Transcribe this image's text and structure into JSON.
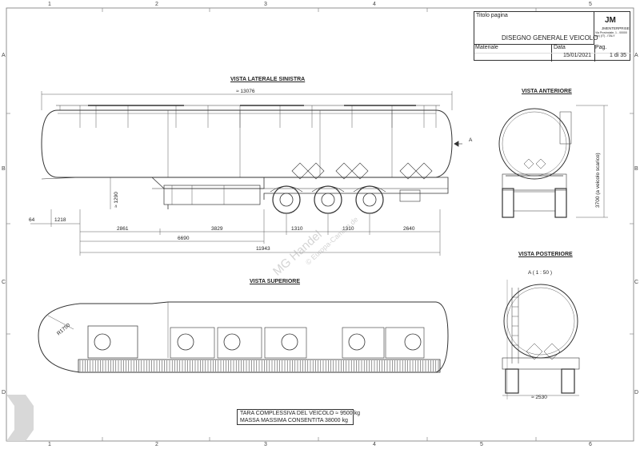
{
  "grid": {
    "cols_top": [
      "1",
      "2",
      "3",
      "4",
      "5"
    ],
    "cols_bottom": [
      "1",
      "2",
      "3",
      "4",
      "5",
      "6"
    ],
    "rows_left": [
      "A",
      "B",
      "C",
      "D"
    ],
    "rows_right": [
      "A",
      "B",
      "C",
      "D"
    ]
  },
  "title_block": {
    "title_label": "Titolo pagina",
    "title_value": "DISEGNO GENERALE VEICOLO",
    "material_label": "Materiale",
    "date_label": "Data",
    "date_value": "15/01/2021",
    "page_label": "Pag.",
    "page_value": "1 di 35",
    "logo_mark": "JM",
    "logo_name": "JMENTERPRISE",
    "logo_addr": "Via Provinciale, 1 - 00000 (xx) (IT) - ITALY"
  },
  "views": {
    "side": "VISTA LATERALE SINISTRA",
    "front": "VISTA ANTERIORE",
    "top": "VISTA SUPERIORE",
    "rear": "VISTA POSTERIORE"
  },
  "dims": {
    "overall_length": "≈ 13076",
    "height_1290": "≈ 1290",
    "d64": "64",
    "d1218": "1218",
    "d2861": "2861",
    "d3829": "3829",
    "d1310a": "1310",
    "d1310b": "1310",
    "d2640": "2640",
    "d6690": "6690",
    "d11943": "11943",
    "height_3700": "3700 (a veicolo scarico)",
    "radius": "R1750",
    "width_2530": "≈ 2530",
    "section_a": "A ( 1 : 50 )",
    "arrow_a": "A"
  },
  "notes": {
    "tare": "TARA COMPLESSIVA DEL VEICOLO ≈ 9500 kg",
    "max_mass": "MASSA MASSIMA CONSENTITA 38000 kg"
  },
  "watermark": {
    "brand": "MG Handel",
    "sub": "© Europa-Camion.de"
  },
  "colors": {
    "line": "#333333",
    "frame": "#555555",
    "watermark": "#b0b0b0"
  }
}
